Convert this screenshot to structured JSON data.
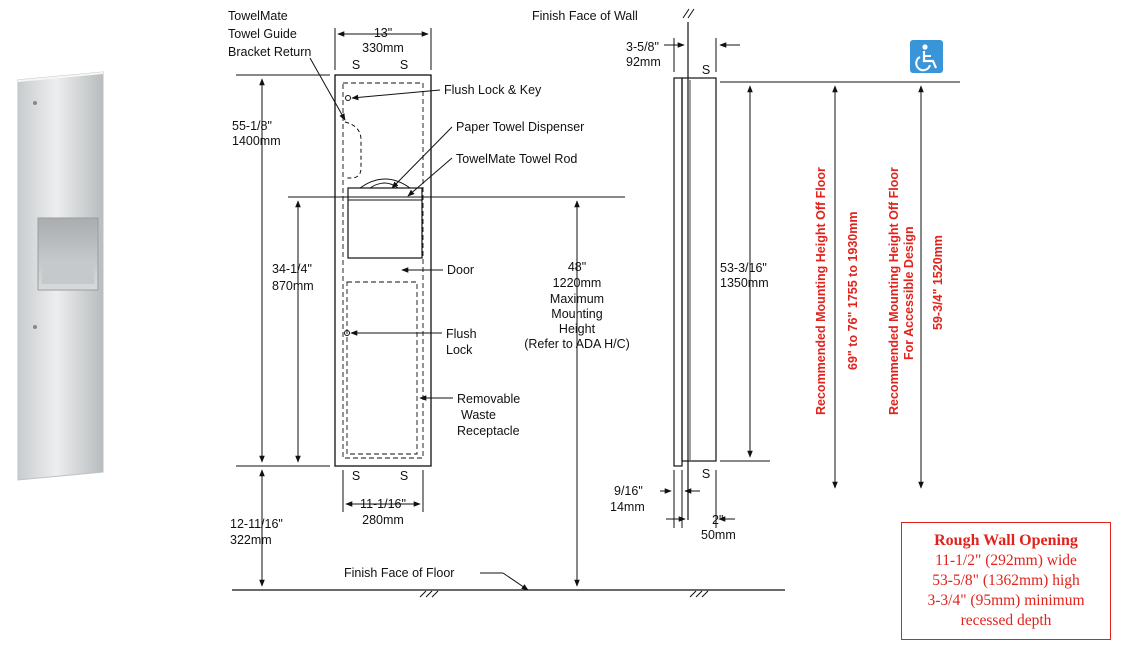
{
  "labels": {
    "towelmate_guide": [
      "TowelMate",
      "Towel Guide",
      "Bracket Return"
    ],
    "width_top": [
      "13\"",
      "330mm"
    ],
    "flush_lock_key": "Flush Lock & Key",
    "paper_towel_dispenser": "Paper Towel Dispenser",
    "towelmate_rod": "TowelMate Towel Rod",
    "door": "Door",
    "flush_lock": [
      "Flush",
      "Lock"
    ],
    "removable_waste": [
      "Removable",
      "Waste",
      "Receptacle"
    ],
    "height_total": [
      "55-1/8\"",
      "1400mm"
    ],
    "height_lower": [
      "34-1/4\"",
      "870mm"
    ],
    "width_inner": [
      "11-1/16\"",
      "280mm"
    ],
    "floor_gap": [
      "12-11/16\"",
      "322mm"
    ],
    "max_mount": [
      "48\"",
      "1220mm",
      "Maximum",
      "Mounting",
      "Height",
      "(Refer to ADA H/C)"
    ],
    "finish_floor": "Finish Face of Floor",
    "finish_wall": "Finish Face of Wall",
    "depth_top": [
      "3-5/8\"",
      "92mm"
    ],
    "depth_flange": [
      "9/16\"",
      "14mm"
    ],
    "depth_bottom": [
      "2\"",
      "50mm"
    ],
    "side_height": [
      "53-3/16\"",
      "1350mm"
    ],
    "screw": "S",
    "rec_height": [
      "Recommended Mounting Height Off Floor",
      "69\" to 76\"   1755 to 1930mm"
    ],
    "rec_accessible": [
      "Recommended Mounting Height Off Floor",
      "For Accessible Design",
      "59-3/4\"   1520mm"
    ]
  },
  "rough_wall_opening": {
    "title": "Rough Wall Opening",
    "lines": [
      "11-1/2\" (292mm) wide",
      "53-5/8\" (1362mm) high",
      "3-3/4\" (95mm) minimum",
      "recessed depth"
    ]
  },
  "colors": {
    "annotation_red": "#e0231c",
    "accessibility_blue": "#3a95d8"
  },
  "icons": [
    "wheelchair-accessibility-icon"
  ]
}
